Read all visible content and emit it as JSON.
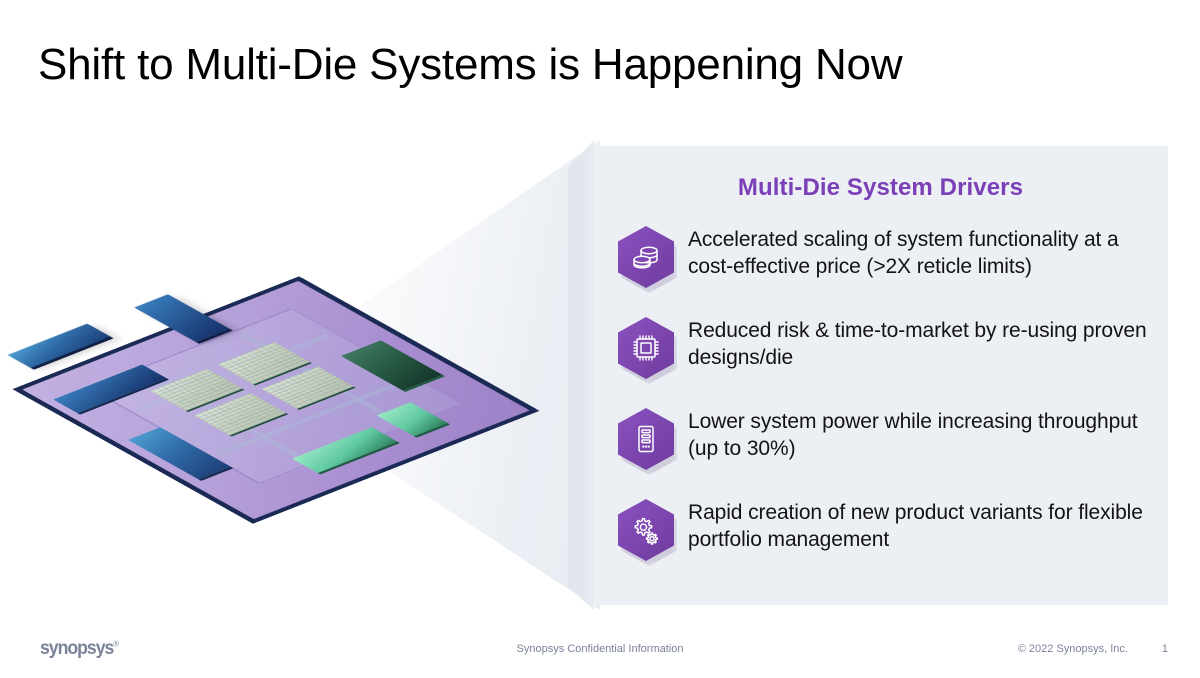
{
  "slide": {
    "title": "Shift to Multi-Die Systems is Happening Now",
    "background_color": "#ffffff"
  },
  "illustration": {
    "name": "multi-die-package-3d-render",
    "description": "Isometric 3D rendering of a multi-die chip package: purple substrate with dark navy pin edges, four blue dies, three green dies and four textured silicon chiplets on a central interposer",
    "colors": {
      "substrate": "#b6a2da",
      "pins": "#0f1d42",
      "die_blue": "#2f6ba8",
      "die_green": "#5fc9a2",
      "die_green_dark": "#24543f"
    },
    "beam_color": "#e8ecf2"
  },
  "panel": {
    "heading": "Multi-Die System Drivers",
    "heading_color": "#7b3fb8",
    "background_color": "#eceff4",
    "accent_color": "#7f48b2",
    "drivers": [
      {
        "icon": "coins-stack-icon",
        "text": "Accelerated scaling of system functionality at a cost-effective price (>2X reticle limits)"
      },
      {
        "icon": "cpu-chip-icon",
        "text": "Reduced risk & time-to-market by re-using proven designs/die"
      },
      {
        "icon": "server-tower-icon",
        "text": "Lower system power while increasing throughput (up to 30%)"
      },
      {
        "icon": "gears-icon",
        "text": "Rapid creation of new product variants for flexible portfolio management"
      }
    ]
  },
  "footer": {
    "logo_text": "synopsys",
    "logo_trademark": "®",
    "confidential": "Synopsys Confidential Information",
    "copyright": "© 2022 Synopsys, Inc.",
    "page_number": "1",
    "text_color": "#7a8399"
  }
}
